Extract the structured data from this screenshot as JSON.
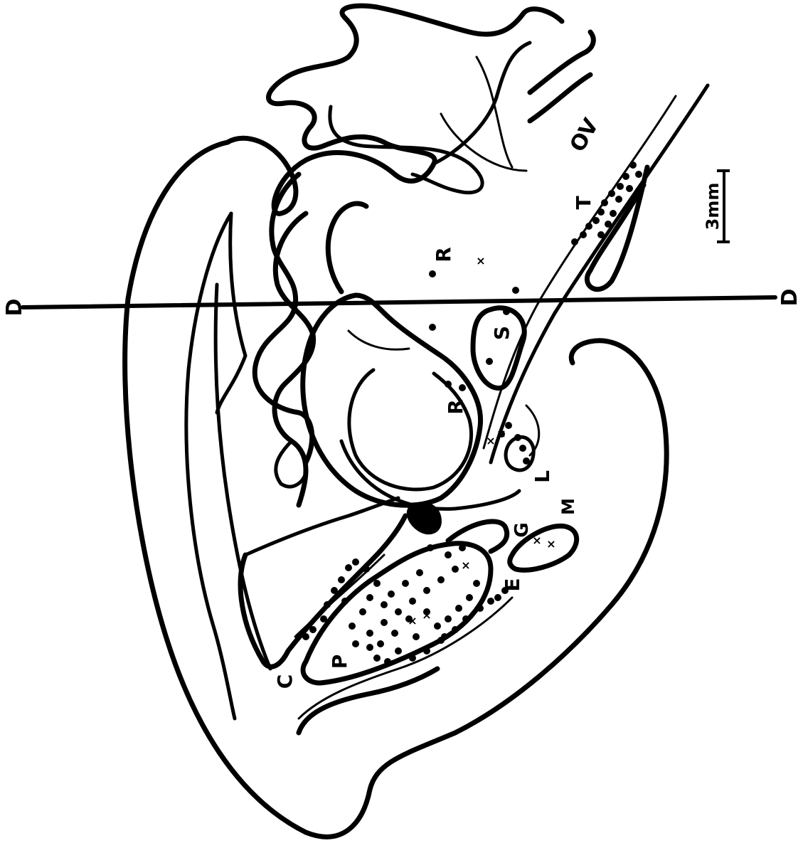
{
  "figure": {
    "labels": {
      "D_left": "D",
      "D_right": "D",
      "R_upper": "R",
      "R_lower": "R",
      "S": "S",
      "T": "T",
      "L": "L",
      "M": "M",
      "G": "G",
      "E": "E",
      "P": "P",
      "C": "C",
      "OV": "OV"
    },
    "scale_bar": {
      "label": "3mm"
    },
    "colors": {
      "ink": "#000000",
      "paper": "#ffffff"
    }
  }
}
